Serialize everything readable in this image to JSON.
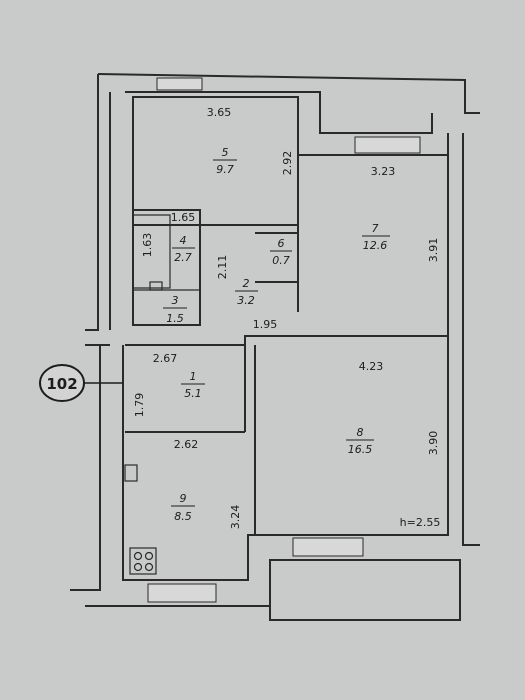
{
  "apartment_number": "102",
  "ceiling_height": "h=2.55",
  "rooms": [
    {
      "number": "1",
      "area": "5.1"
    },
    {
      "number": "2",
      "area": "3.2"
    },
    {
      "number": "3",
      "area": "1.5"
    },
    {
      "number": "4",
      "area": "2.7"
    },
    {
      "number": "5",
      "area": "9.7"
    },
    {
      "number": "6",
      "area": "0.7"
    },
    {
      "number": "7",
      "area": "12.6"
    },
    {
      "number": "8",
      "area": "16.5"
    },
    {
      "number": "9",
      "area": "8.5"
    }
  ],
  "dimensions": {
    "room5_width": "3.65",
    "room5_height": "2.92",
    "room7_width": "3.23",
    "room7_height": "3.91",
    "room4_width": "1.65",
    "room4_height": "1.63",
    "room2_height": "2.11",
    "room2_width": "1.95",
    "room1_width": "2.67",
    "room1_height": "1.79",
    "room8_width": "4.23",
    "room8_height": "3.90",
    "room9_width": "2.62",
    "room9_height": "3.24"
  }
}
